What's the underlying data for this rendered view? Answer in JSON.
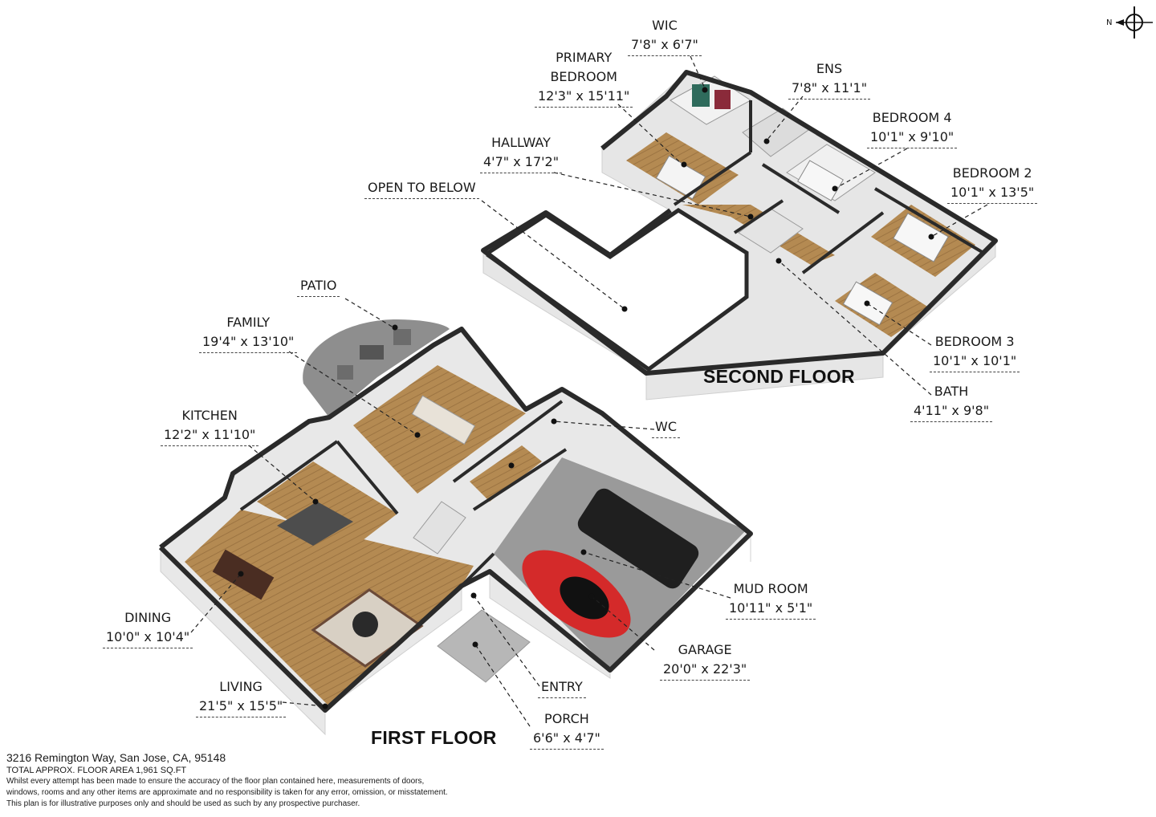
{
  "compass": {
    "label": "N"
  },
  "floors": {
    "second": "SECOND FLOOR",
    "first": "FIRST FLOOR"
  },
  "rooms": {
    "wic": {
      "name": "WIC",
      "dims": "7'8\" x 6'7\""
    },
    "primary_bedroom": {
      "name1": "PRIMARY",
      "name2": "BEDROOM",
      "dims": "12'3\" x 15'11\""
    },
    "ens": {
      "name": "ENS",
      "dims": "7'8\" x 11'1\""
    },
    "bedroom4": {
      "name": "BEDROOM 4",
      "dims": "10'1\" x 9'10\""
    },
    "hallway": {
      "name": "HALLWAY",
      "dims": "4'7\" x 17'2\""
    },
    "bedroom2": {
      "name": "BEDROOM 2",
      "dims": "10'1\" x 13'5\""
    },
    "open_to_below": {
      "name": "OPEN TO BELOW"
    },
    "patio": {
      "name": "PATIO"
    },
    "family": {
      "name": "FAMILY",
      "dims": "19'4\" x 13'10\""
    },
    "bedroom3": {
      "name": "BEDROOM 3",
      "dims": "10'1\" x 10'1\""
    },
    "bath": {
      "name": "BATH",
      "dims": "4'11\" x 9'8\""
    },
    "kitchen": {
      "name": "KITCHEN",
      "dims": "12'2\" x 11'10\""
    },
    "wc": {
      "name": "WC"
    },
    "mud_room": {
      "name": "MUD ROOM",
      "dims": "10'11\" x 5'1\""
    },
    "dining": {
      "name": "DINING",
      "dims": "10'0\" x 10'4\""
    },
    "garage": {
      "name": "GARAGE",
      "dims": "20'0\" x 22'3\""
    },
    "living": {
      "name": "LIVING",
      "dims": "21'5\" x 15'5\""
    },
    "entry": {
      "name": "ENTRY"
    },
    "porch": {
      "name": "PORCH",
      "dims": "6'6\" x 4'7\""
    }
  },
  "footer": {
    "address": "3216 Remington Way, San Jose, CA, 95148",
    "area": "TOTAL APPROX. FLOOR AREA 1,961 SQ.FT",
    "disclaimer1": "Whilst every attempt has been made to ensure the accuracy of the floor plan contained here, measurements of doors,",
    "disclaimer2": "windows, rooms and any other items are approximate and no responsibility is taken for any error, omission, or misstatement.",
    "disclaimer3": "This plan is for illustrative purposes only and should be used as such by any prospective purchaser."
  },
  "colors": {
    "floor_wood": "#b48a52",
    "wall_top": "#2a2a2a",
    "wall_side": "#ececec",
    "garage_floor": "#9a9a9a",
    "car_red": "#d42a2a",
    "car_black": "#1f1f1f"
  }
}
